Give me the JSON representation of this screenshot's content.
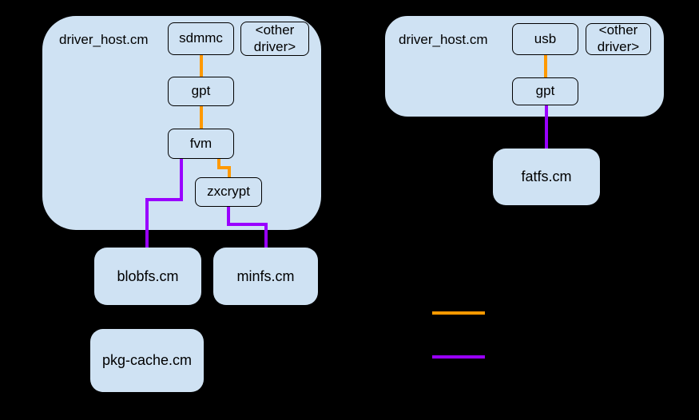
{
  "colors": {
    "background": "#000000",
    "host_fill": "#cfe2f3",
    "node_fill": "#cfe2f3",
    "border": "#000000",
    "orange_connector": "#ff9900",
    "purple_connector": "#9900ff"
  },
  "left_host": {
    "label": "driver_host.cm",
    "nodes": {
      "sdmmc": "sdmmc",
      "other_driver": "<other driver>",
      "gpt": "gpt",
      "fvm": "fvm",
      "zxcrypt": "zxcrypt"
    }
  },
  "right_host": {
    "label": "driver_host.cm",
    "nodes": {
      "usb": "usb",
      "other_driver": "<other driver>",
      "gpt": "gpt"
    }
  },
  "filesystem_components": {
    "blobfs": "blobfs.cm",
    "minfs": "minfs.cm",
    "pkg_cache": "pkg-cache.cm",
    "fatfs": "fatfs.cm"
  },
  "legend": {
    "orange_line_color": "#ff9900",
    "purple_line_color": "#9900ff"
  }
}
